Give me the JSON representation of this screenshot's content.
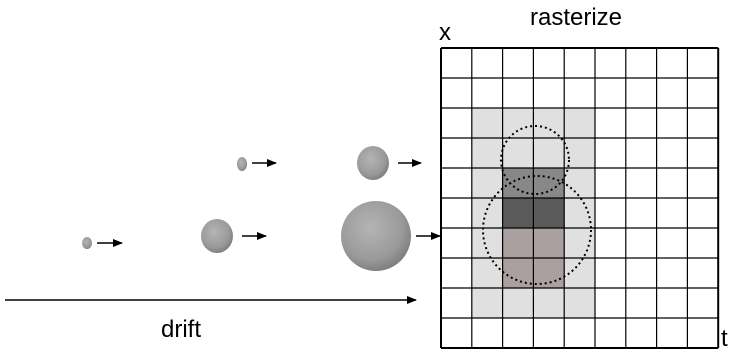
{
  "labels": {
    "x_axis": "x",
    "t_axis": "t",
    "title": "rasterize",
    "drift": "drift"
  },
  "colors": {
    "background": "#ffffff",
    "grid_line": "#000000",
    "cell_light": "#e0e0e0",
    "cell_medium": "#aaa0a0",
    "cell_dark": "#5a5a5a",
    "cell_gray": "#888888",
    "blob_fill": "#9a9a9a",
    "blob_edge": "#6e6e6e",
    "arrow": "#000000"
  },
  "grid": {
    "cols": 9,
    "rows": 10,
    "shaded_cells": [
      {
        "col": 1,
        "row": 2,
        "shade": "light"
      },
      {
        "col": 2,
        "row": 2,
        "shade": "light"
      },
      {
        "col": 3,
        "row": 2,
        "shade": "light"
      },
      {
        "col": 4,
        "row": 2,
        "shade": "light"
      },
      {
        "col": 1,
        "row": 3,
        "shade": "light"
      },
      {
        "col": 2,
        "row": 3,
        "shade": "light"
      },
      {
        "col": 3,
        "row": 3,
        "shade": "light"
      },
      {
        "col": 4,
        "row": 3,
        "shade": "light"
      },
      {
        "col": 1,
        "row": 4,
        "shade": "light"
      },
      {
        "col": 2,
        "row": 4,
        "shade": "gray"
      },
      {
        "col": 3,
        "row": 4,
        "shade": "gray"
      },
      {
        "col": 4,
        "row": 4,
        "shade": "light"
      },
      {
        "col": 1,
        "row": 5,
        "shade": "light"
      },
      {
        "col": 2,
        "row": 5,
        "shade": "dark"
      },
      {
        "col": 3,
        "row": 5,
        "shade": "dark"
      },
      {
        "col": 4,
        "row": 5,
        "shade": "light"
      },
      {
        "col": 1,
        "row": 6,
        "shade": "light"
      },
      {
        "col": 2,
        "row": 6,
        "shade": "medium"
      },
      {
        "col": 3,
        "row": 6,
        "shade": "medium"
      },
      {
        "col": 4,
        "row": 6,
        "shade": "light"
      },
      {
        "col": 1,
        "row": 7,
        "shade": "light"
      },
      {
        "col": 2,
        "row": 7,
        "shade": "medium"
      },
      {
        "col": 3,
        "row": 7,
        "shade": "medium"
      },
      {
        "col": 4,
        "row": 7,
        "shade": "light"
      },
      {
        "col": 1,
        "row": 8,
        "shade": "light"
      },
      {
        "col": 2,
        "row": 8,
        "shade": "light"
      },
      {
        "col": 3,
        "row": 8,
        "shade": "light"
      },
      {
        "col": 4,
        "row": 8,
        "shade": "light"
      }
    ]
  }
}
